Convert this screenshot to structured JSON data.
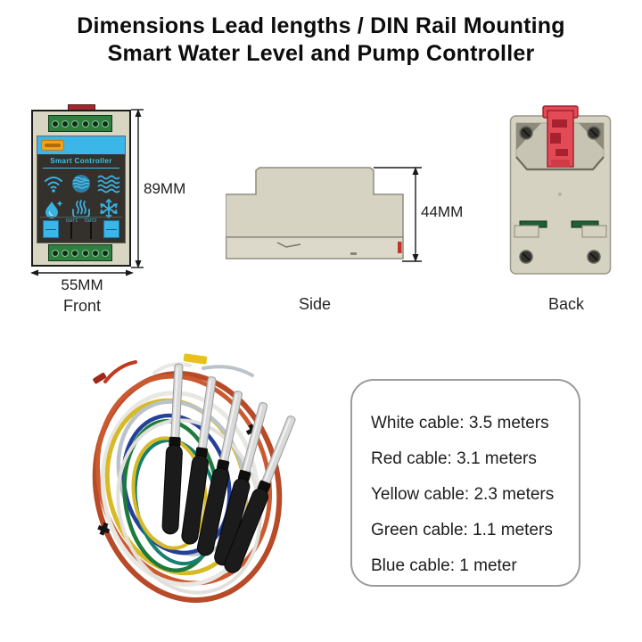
{
  "title": {
    "line1": "Dimensions Lead lengths / DIN Rail Mounting",
    "line2": "Smart Water Level and Pump Controller"
  },
  "front_view": {
    "caption": "Front",
    "height_label": "89MM",
    "width_label": "55MM",
    "screen_title": "Smart Controller",
    "led_labels": [
      "OUT1",
      "OUT2"
    ],
    "icon_names": [
      "wifi-icon",
      "mesh-ball-icon",
      "water-waves-icon",
      "water-drop-icon",
      "steam-heater-icon",
      "snowflake-icon"
    ]
  },
  "side_view": {
    "caption": "Side",
    "height_label": "44MM"
  },
  "back_view": {
    "caption": "Back"
  },
  "cable_list": {
    "lines": [
      "White cable: 3.5 meters",
      "Red cable: 3.1 meters",
      "Yellow cable: 2.3 meters",
      "Green cable: 1.1 meters",
      "Blue cable: 1 meter"
    ]
  },
  "colors": {
    "accent_cyan": "#3bb6e8",
    "terminal_green": "#2f8040",
    "clip_red": "#e24a55",
    "housing_beige": "#d8d5c3",
    "panel_dark": "#34302c"
  }
}
